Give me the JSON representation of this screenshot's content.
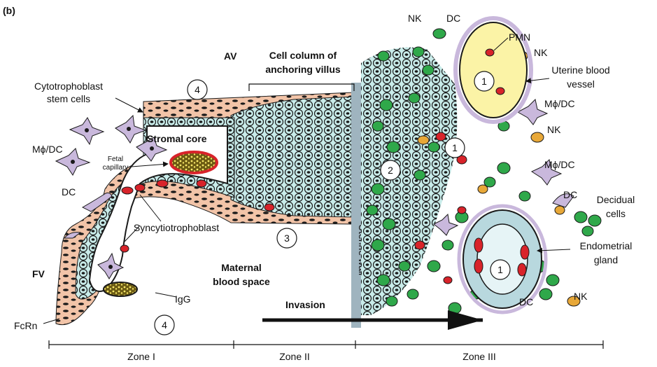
{
  "panel_letter": "(b)",
  "regions": {
    "av": "AV",
    "fv": "FV",
    "cell_column_line1": "Cell column of",
    "cell_column_line2": "anchoring villus",
    "stromal_core": "Stromal core",
    "maternal_line1": "Maternal",
    "maternal_line2": "blood space",
    "invasion": "Invasion",
    "uterine_wall": "Uterine wall"
  },
  "labels": {
    "cytotrophoblast_line1": "Cytotrophoblast",
    "cytotrophoblast_line2": "stem cells",
    "mphi_dc_left": "Mϕ/DC",
    "fetal_line1": "Fetal",
    "fetal_line2": "capillary",
    "dc_left": "DC",
    "syncytiotrophoblast": "Syncytiotrophoblast",
    "igg": "IgG",
    "fcrn": "FcRn",
    "nk_top": "NK",
    "dc_top": "DC",
    "pmn": "PMN",
    "nk_upper_right": "NK",
    "uterine_vessel_line1": "Uterine blood",
    "uterine_vessel_line2": "vessel",
    "mphi_dc_right1": "Mϕ/DC",
    "nk_mid_right": "NK",
    "mphi_dc_right2": "Mϕ/DC",
    "dc_right": "DC",
    "decidual_line1": "Decidual",
    "decidual_line2": "cells",
    "endometrial_line1": "Endometrial",
    "endometrial_line2": "gland",
    "dc_bottom": "DC",
    "nk_bottom": "NK"
  },
  "markers": {
    "m1": "1",
    "m2": "2",
    "m3": "3",
    "m4": "4"
  },
  "zones": {
    "zone1": "Zone I",
    "zone2": "Zone II",
    "zone3": "Zone III"
  },
  "colors": {
    "syncytio": "#f2c4a8",
    "cyto": "#c9ecea",
    "invading_light": "#c8e8c0",
    "invading_green": "#2fa84a",
    "red_cell": "#d8232a",
    "nk_orange": "#e8a838",
    "dc_lilac": "#c9b8dc",
    "vessel_yellow": "#fbf3a6",
    "uterine_wall": "#9fb4bf",
    "nucleus": "#1a1a1a"
  }
}
